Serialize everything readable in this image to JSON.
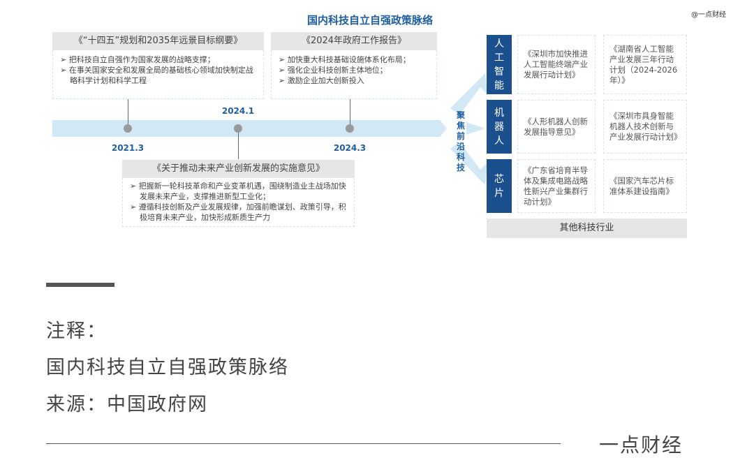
{
  "title": "国内科技自立自强政策脉络",
  "watermark": "@一点财经",
  "policies": [
    {
      "title": "《“十四五”规划和2035年远景目标纲要》",
      "items": [
        "➢ 把科技自立自强作为国家发展的战略支撑；",
        "➢ 在事关国家安全和发展全局的基础核心领域加快制定战略科学计划和科学工程"
      ],
      "date": "2021.3"
    },
    {
      "title": "《2024年政府工作报告》",
      "items": [
        "➢ 加快重大科技基础设施体系化布局；",
        "➢ 强化企业科技创新主体地位；",
        "➢ 激励企业加大创新投入"
      ],
      "date": "2024.3"
    },
    {
      "title": "《关于推动未来产业创新发展的实施意见》",
      "items": [
        "➢ 把握新一轮科技革命和产业变革机遇，围绕制造业主战场加快发展未来产业，支撑推进新型工业化；",
        "➢ 遵循科技创新及产业发展规律，加强前瞻谋划、政策引导，积极培育未来产业，加快形成新质生产力"
      ],
      "date": "2024.1"
    }
  ],
  "focus_label": "聚焦前沿科技",
  "categories": [
    {
      "name": "人工智能",
      "docs": [
        "《深圳市加快推进人工智能终端产业发展行动计划》",
        "《湖南省人工智能产业发展三年行动计划（2024-2026年）》"
      ]
    },
    {
      "name": "机器人",
      "docs": [
        "《人形机器人创新发展指导意见》",
        "《深圳市具身智能机器人技术创新与产业发展行动计划》"
      ]
    },
    {
      "name": "芯片",
      "docs": [
        "《广东省培育半导体及集成电路战略性新兴产业集群行动计划》",
        "《国家汽车芯片标准体系建设指南》"
      ]
    }
  ],
  "other_label": "其他科技行业",
  "notes": [
    "注释：",
    "国内科技自立自强政策脉络",
    "来源：中国政府网"
  ],
  "brand": "一点财经"
}
